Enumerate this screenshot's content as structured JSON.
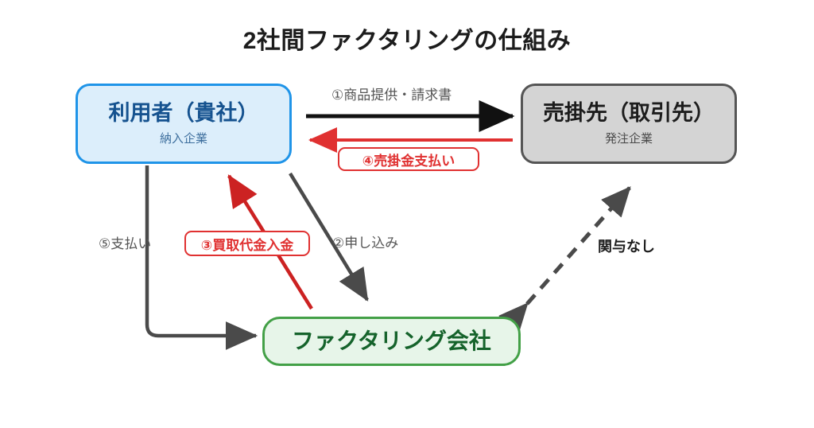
{
  "diagram": {
    "title": "2社間ファクタリングの仕組み",
    "nodes": {
      "user": {
        "name": "利用者（貴社）",
        "subtitle": "納入企業",
        "border_color": "#1f94e8",
        "fill_color": "#dceefb"
      },
      "debtor": {
        "name": "売掛先（取引先）",
        "subtitle": "発注企業",
        "border_color": "#555555",
        "fill_color": "#d4d4d4"
      },
      "factor": {
        "name": "ファクタリング会社",
        "subtitle": "",
        "border_color": "#43a047",
        "fill_color": "#e7f5e9"
      }
    },
    "edges": [
      {
        "id": "e1",
        "label": "①商品提供・請求書",
        "from": "user",
        "to": "debtor",
        "style": "solid",
        "color": "#111111",
        "emphasis": "plain"
      },
      {
        "id": "e4",
        "label": "④売掛金支払い",
        "from": "debtor",
        "to": "user",
        "style": "solid",
        "color": "#e03131",
        "emphasis": "chip"
      },
      {
        "id": "e2",
        "label": "②申し込み",
        "from": "user",
        "to": "factor",
        "style": "solid",
        "color": "#4a4a4a",
        "emphasis": "plain"
      },
      {
        "id": "e3",
        "label": "③買取代金入金",
        "from": "factor",
        "to": "user",
        "style": "solid",
        "color": "#cc2222",
        "emphasis": "chip"
      },
      {
        "id": "e5",
        "label": "⑤支払い",
        "from": "user",
        "to": "factor",
        "style": "solid",
        "color": "#4a4a4a",
        "emphasis": "plain"
      },
      {
        "id": "e6",
        "label": "関与なし",
        "from": "debtor",
        "to": "factor",
        "style": "dashed",
        "color": "#4a4a4a",
        "emphasis": "bold"
      }
    ]
  }
}
